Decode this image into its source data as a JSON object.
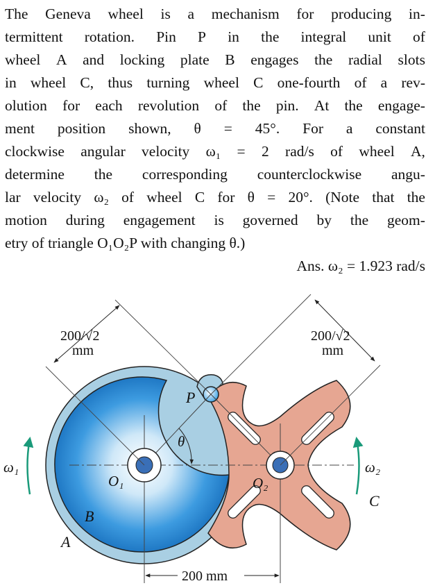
{
  "problem": {
    "lines": [
      "The Geneva wheel is a mechanism for producing in-",
      "termittent rotation. Pin P in the integral unit of",
      "wheel A and locking plate B engages the radial slots",
      "in wheel C, thus turning wheel C one-fourth of a rev-",
      "olution for each revolution of the pin. At the engage-",
      "ment position shown, θ = 45°. For a constant",
      "clockwise angular velocity ω₁ = 2 rad/s of wheel A,",
      "determine the corresponding counterclockwise angu-",
      "lar velocity ω₂ of wheel C for θ = 20°. (Note that the",
      "motion during engagement is governed by the geom-",
      "etry of triangle O₁O₂P with changing θ.)"
    ],
    "answer": "Ans. ω₂ = 1.923 rad/s"
  },
  "figure": {
    "dim_left": "200/√2",
    "dim_left_unit": "mm",
    "dim_right": "200/√2",
    "dim_right_unit": "mm",
    "dim_bottom": "200 mm",
    "labels": {
      "pin": "P",
      "angle": "θ",
      "omega1": "ω₁",
      "omega2": "ω₂",
      "center1": "O₁",
      "center2": "O₂",
      "plate_b": "B",
      "wheel_a": "A",
      "wheel_c": "C"
    },
    "colors": {
      "wheel_a": "#a9cfe3",
      "plate_b": "#2b8fd6",
      "wheel_c": "#e6a692",
      "arrow": "#1a9a7a",
      "pin": "#9fd3f2",
      "hub": "#3a6fb7"
    }
  }
}
